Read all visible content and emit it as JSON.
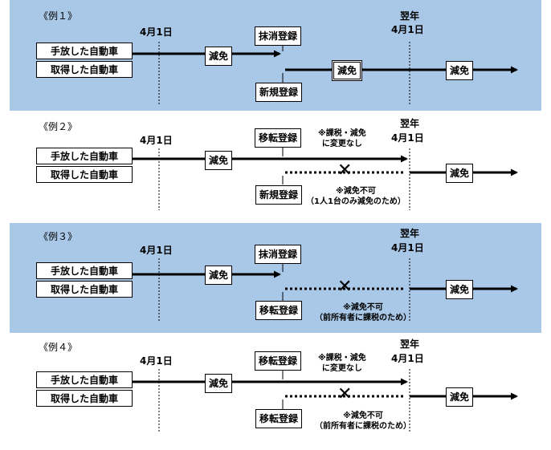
{
  "date_labels": {
    "apr1": "4月1日",
    "next_year": "翌年",
    "next_apr1": "4月1日"
  },
  "car_labels": {
    "released": "手放した自動車",
    "acquired": "取得した自動車"
  },
  "tags": {
    "reduction": "減免",
    "deregister": "抹消登録",
    "new_register": "新規登録",
    "transfer_register": "移転登録"
  },
  "examples": [
    {
      "title": "《例１》"
    },
    {
      "title": "《例２》",
      "note_top": "※課税・減免\nに変更なし",
      "note_bottom": "※減免不可\n（1人1台のみ減免のため）"
    },
    {
      "title": "《例３》",
      "note_bottom": "※減免不可\n（前所有者に課税のため）"
    },
    {
      "title": "《例４》",
      "note_top": "※課税・減免\nに変更なし",
      "note_bottom": "※減免不可\n（前所有者に課税のため）"
    }
  ],
  "cross_mark": "✕",
  "colors": {
    "panel": "#a9c8e8",
    "line": "#000000"
  }
}
